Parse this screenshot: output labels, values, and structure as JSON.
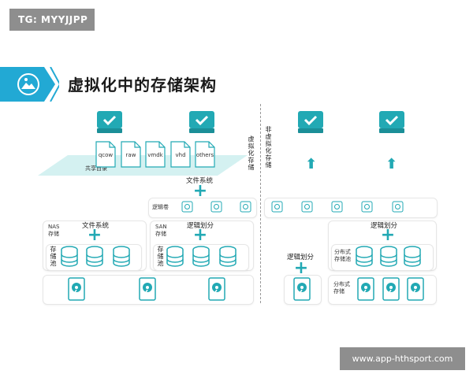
{
  "watermark_top": "TG: MYYJJPP",
  "watermark_bottom": "www.app-hthsport.com",
  "title": "虚拟化中的存储架构",
  "left": {
    "formats": [
      "qcow",
      "raw",
      "vmdk",
      "vhd",
      "others"
    ],
    "shared_dir": "共享目录",
    "file_system_top": "文件系统",
    "logical_volume": "逻辑卷",
    "nas": "NAS\n存储",
    "nas_fs": "文件系统",
    "storage_pool": "存储池",
    "san": "SAN\n存储",
    "san_partition": "逻辑划分"
  },
  "divider_left_label": "虚拟化存储",
  "divider_right_label": "非虚拟化存储",
  "right": {
    "logical_partition": "逻辑划分",
    "dist_partition": "逻辑划分",
    "dist_pool": "分布式\n存储池",
    "dist_storage": "分布式\n存储"
  },
  "colors": {
    "accent": "#22a9b4",
    "title_banner": "#22a9d4",
    "watermark": "#8e8e8e"
  }
}
